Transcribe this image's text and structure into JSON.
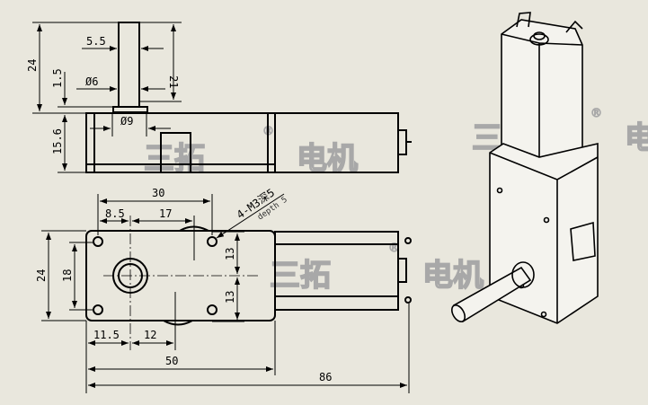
{
  "watermark": {
    "brand_a": "三拓",
    "brand_b": "电机",
    "registered": "®"
  },
  "front_view": {
    "dims": {
      "total_height": "24",
      "shaft_len": "21",
      "flat": "5.5",
      "shaft_dia": "Ø6",
      "step": "1.5",
      "boss_dia": "Ø9",
      "body_height": "15.6"
    }
  },
  "bottom_view": {
    "dims": {
      "hole_span": "30",
      "hole_to_shaft": "8.5",
      "shaft_to_edge": "17",
      "width": "24",
      "hole_pitch": "18",
      "half_upper": "13",
      "half_lower": "13",
      "edge_to_shaft": "11.5",
      "shaft_to_boss": "12",
      "gearbox_len": "50",
      "total_len": "86"
    },
    "hole_note": "4-M3深5",
    "hole_note_en": "depth 5"
  }
}
